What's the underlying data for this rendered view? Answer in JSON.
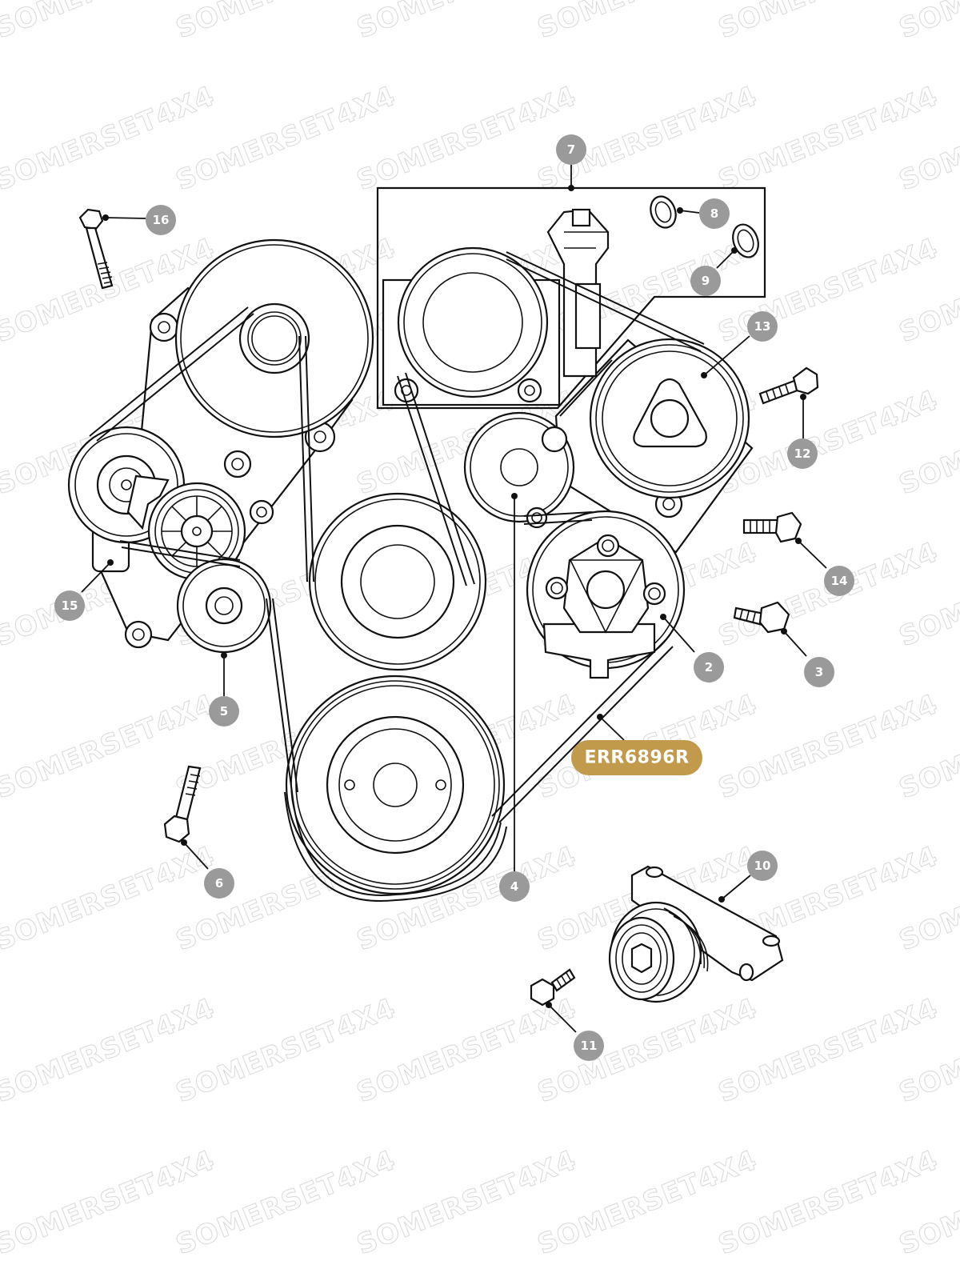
{
  "watermark": {
    "text": "SOMERSET4X4",
    "color": "#dcdcdc"
  },
  "callouts": [
    {
      "id": "1",
      "label": "ERR6896R",
      "highlight": true
    },
    {
      "id": "2",
      "label": "2"
    },
    {
      "id": "3",
      "label": "3"
    },
    {
      "id": "4",
      "label": "4"
    },
    {
      "id": "5",
      "label": "5"
    },
    {
      "id": "6",
      "label": "6"
    },
    {
      "id": "7",
      "label": "7"
    },
    {
      "id": "8",
      "label": "8"
    },
    {
      "id": "9",
      "label": "9"
    },
    {
      "id": "10",
      "label": "10"
    },
    {
      "id": "11",
      "label": "11"
    },
    {
      "id": "12",
      "label": "12"
    },
    {
      "id": "13",
      "label": "13"
    },
    {
      "id": "14",
      "label": "14"
    },
    {
      "id": "15",
      "label": "15"
    },
    {
      "id": "16",
      "label": "16"
    }
  ],
  "colors": {
    "callout": "#9a9a9a",
    "highlight": "#c19a4b",
    "line": "#111111"
  }
}
